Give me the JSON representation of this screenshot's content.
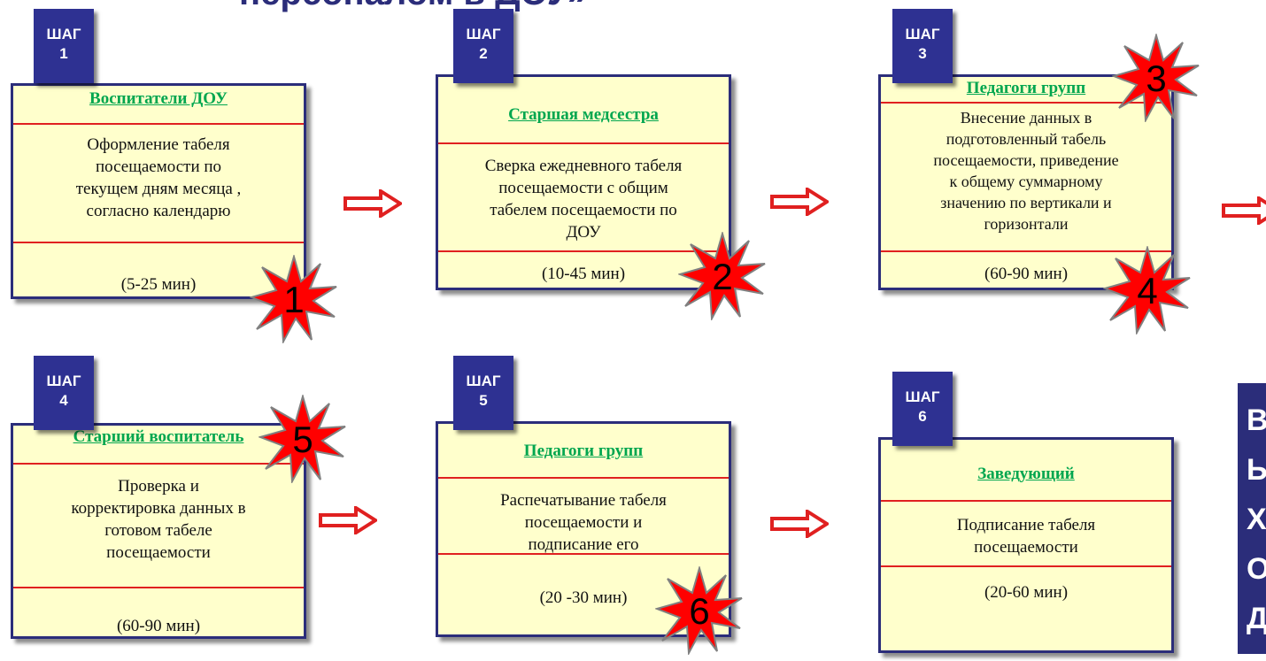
{
  "title": "персоналом в ДОУ»",
  "steps": [
    {
      "tab_word": "ШАГ",
      "number": "1",
      "role": "Воспитатели ДОУ",
      "lines": [
        "Оформление  табеля",
        "посещаемости  по",
        "текущем дням  месяца ,",
        "согласно  календарю"
      ],
      "time": "(5-25 мин)",
      "badge": "1"
    },
    {
      "tab_word": "ШАГ",
      "number": "2",
      "role": "Старшая медсестра",
      "lines": [
        "Сверка ежедневного табеля",
        "посещаемости  с  общим",
        "табелем  посещаемости по",
        "ДОУ"
      ],
      "time": "(10-45 мин)",
      "badge": "2"
    },
    {
      "tab_word": "ШАГ",
      "number": "3",
      "role": "Педагоги групп",
      "lines": [
        "Внесение  данных  в",
        "подготовленный  табель",
        "посещаемости, приведение",
        "к общему суммарному",
        "значению по вертикали и",
        "горизонтали"
      ],
      "time": "(60-90 мин)",
      "badge": "3",
      "badge2": "4"
    },
    {
      "tab_word": "ШАГ",
      "number": "4",
      "role": "Старший воспитатель",
      "lines": [
        "Проверка  и",
        "корректировка данных в",
        "готовом  табеле",
        "посещаемости"
      ],
      "time": "(60-90 мин)",
      "badge": "5"
    },
    {
      "tab_word": "ШАГ",
      "number": "5",
      "role": "Педагоги групп",
      "lines": [
        "Распечатывание табеля",
        "посещаемости и",
        "подписание его"
      ],
      "time": "(20 -30 мин)",
      "badge": "6"
    },
    {
      "tab_word": "ШАГ",
      "number": "6",
      "role": "Заведующий",
      "lines": [
        "Подписание  табеля",
        "посещаемости"
      ],
      "time": "(20-60 мин)"
    }
  ],
  "exit_letters": [
    "В",
    "Ы",
    "Х",
    "О",
    "Д"
  ],
  "colors": {
    "navy": "#2e3192",
    "card_fill": "#ffffcc",
    "role_green": "#00a64f",
    "red": "#e02020",
    "burst_red": "#ff0000"
  }
}
